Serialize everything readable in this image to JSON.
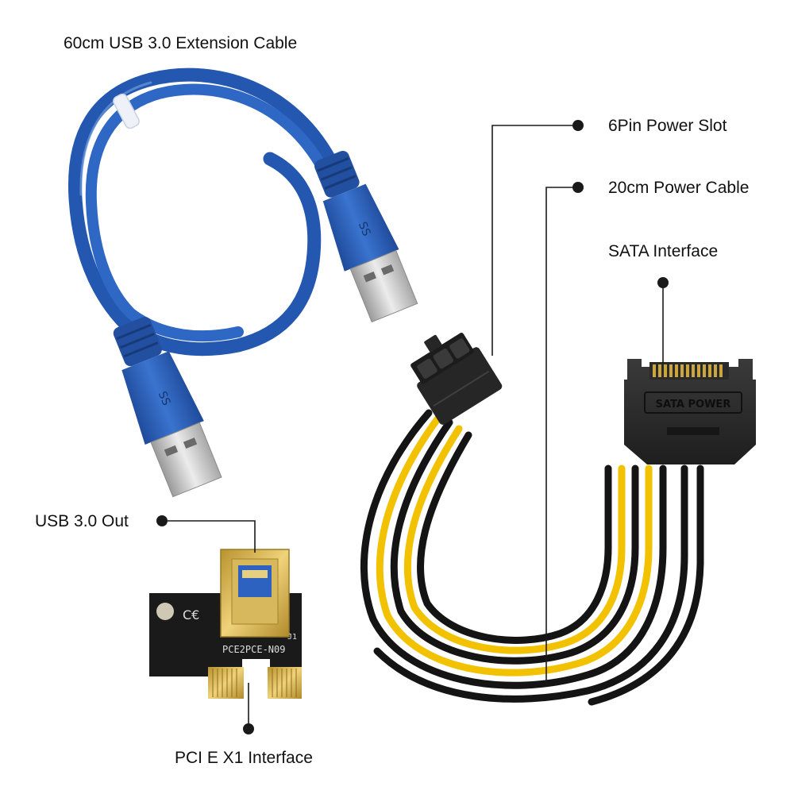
{
  "diagram": {
    "labels": {
      "title": "60cm USB 3.0 Extension Cable",
      "six_pin": "6Pin Power Slot",
      "power_cable": "20cm Power Cable",
      "sata": "SATA Interface",
      "usb_out": "USB 3.0 Out",
      "pcie": "PCI E X1 Interface"
    },
    "markings": {
      "sata_connector": "SATA POWER",
      "board_model": "PCE2PCE-N09",
      "board_jumper": "J1",
      "usb_logo": "SS"
    },
    "colors": {
      "cable_blue": "#2a5fb6",
      "wire_yellow": "#f2c200",
      "wire_black": "#141414",
      "connector_black": "#262626",
      "gold": "#c9a640",
      "metal": "#c7c7c7",
      "callout": "#1a1a1a"
    }
  }
}
